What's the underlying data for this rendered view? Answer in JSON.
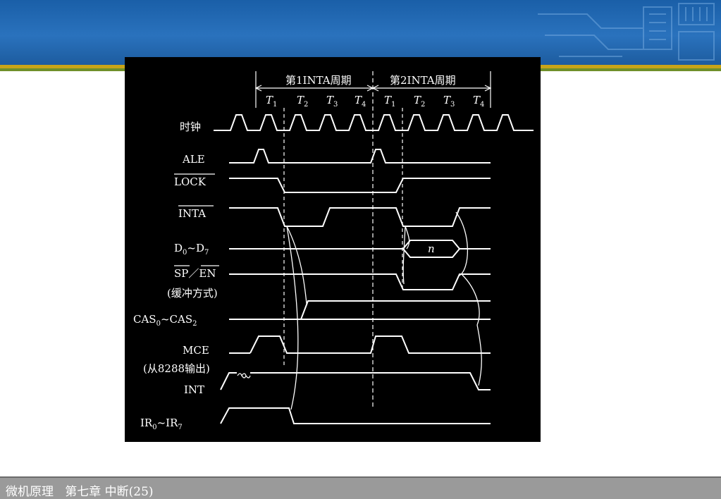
{
  "header": {
    "accent_gold": "#c8a418",
    "accent_green": "#6f8f2a",
    "banner_color": "#1f63ab"
  },
  "diagram": {
    "cycle1": "第1INTA周期",
    "cycle2": "第2INTA周期",
    "t_labels": [
      {
        "t": "T",
        "s": "1"
      },
      {
        "t": "T",
        "s": "2"
      },
      {
        "t": "T",
        "s": "3"
      },
      {
        "t": "T",
        "s": "4"
      },
      {
        "t": "T",
        "s": "1"
      },
      {
        "t": "T",
        "s": "2"
      },
      {
        "t": "T",
        "s": "3"
      },
      {
        "t": "T",
        "s": "4"
      }
    ],
    "signals": {
      "clock": "时钟",
      "ale": "ALE",
      "lock": "LOCK",
      "inta": "INTA",
      "data_a": "D",
      "data_a_sub": "0",
      "data_tilde": "~D",
      "data_b_sub": "7",
      "sp_en_sp": "SP",
      "sp_en_sep": "／",
      "sp_en_en": "EN",
      "buffer_note": "(缓冲方式)",
      "cas_a": "CAS",
      "cas_a_sub": "0",
      "cas_tilde": "~CAS",
      "cas_b_sub": "2",
      "mce": "MCE",
      "mce_note": "(从8288输出)",
      "int": "INT",
      "ir_a": "IR",
      "ir_a_sub": "0",
      "ir_tilde": "~IR",
      "ir_b_sub": "7"
    },
    "data_marker": "n"
  },
  "footer": {
    "text": "微机原理   第七章 中断(25)"
  }
}
